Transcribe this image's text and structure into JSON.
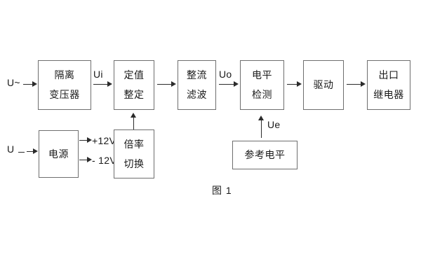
{
  "figure": {
    "caption": "图 1",
    "blocks": {
      "isolation_transformer": {
        "line1": "隔离",
        "line2": "变压器"
      },
      "setting_value": {
        "line1": "定值",
        "line2": "整定"
      },
      "rectify_filter": {
        "line1": "整流",
        "line2": "滤波"
      },
      "level_detection": {
        "line1": "电平",
        "line2": "检测"
      },
      "drive": {
        "line1": "驱动"
      },
      "output_relay": {
        "line1": "出口",
        "line2": "继电器"
      },
      "power_supply": {
        "line1": "电源"
      },
      "ratio_switch": {
        "line1": "倍率",
        "line2": "切换"
      },
      "reference_level": {
        "line1": "参考电平"
      }
    },
    "labels": {
      "input_ac": "U~",
      "input_dc": "U",
      "ui": "Ui",
      "uo": "Uo",
      "ue": "Ue",
      "plus12v": "+12V",
      "minus12v": "- 12V"
    },
    "colors": {
      "block_border": "#6e6e6e",
      "arrow": "#2b2b2b",
      "text": "#1a1a1a",
      "background": "#ffffff"
    }
  }
}
